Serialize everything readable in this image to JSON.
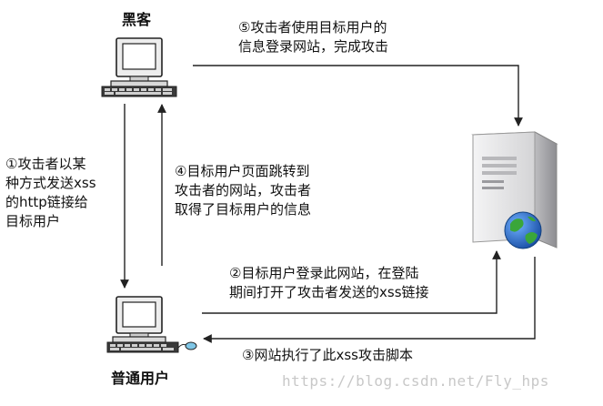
{
  "nodes": {
    "hacker": {
      "label": "黑客"
    },
    "user": {
      "label": "普通用户"
    },
    "server": {
      "label": ""
    }
  },
  "steps": [
    {
      "id": "step-1",
      "lines": [
        "①攻击者以某",
        "种方式发送xss",
        "的http链接给",
        "目标用户"
      ]
    },
    {
      "id": "step-2",
      "lines": [
        "②目标用户登录此网站，在登陆",
        "期间打开了攻击者发送的xss链接"
      ]
    },
    {
      "id": "step-3",
      "lines": [
        "③网站执行了此xss攻击脚本"
      ]
    },
    {
      "id": "step-4",
      "lines": [
        "④目标用户页面跳转到",
        "攻击者的网站，攻击者",
        "取得了目标用户的信息"
      ]
    },
    {
      "id": "step-5",
      "lines": [
        "⑤攻击者使用目标用户的",
        "信息登录网站，完成攻击"
      ]
    }
  ],
  "watermark": "https://blog.csdn.net/Fly_hps",
  "colors": {
    "line": "#222222",
    "globe_blue": "#1f5fb8",
    "globe_green": "#3aa63a",
    "server_body": "#e9e9ea"
  },
  "icons": {
    "hacker": "desktop-computer-icon",
    "user": "desktop-computer-icon",
    "server": "server-tower-icon"
  }
}
